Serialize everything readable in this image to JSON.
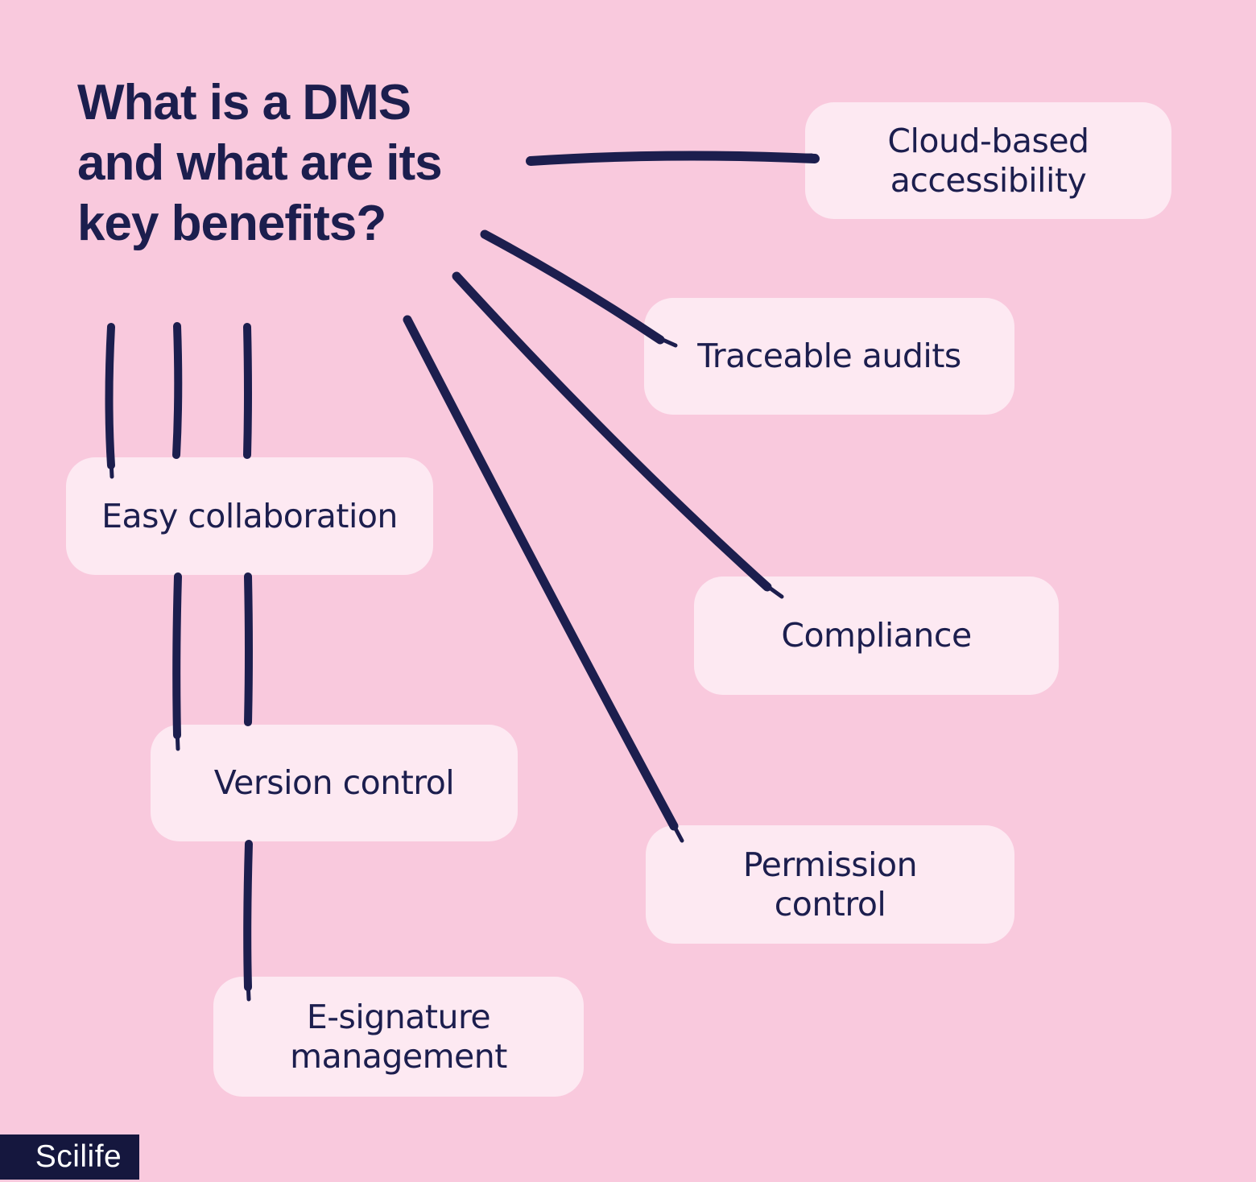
{
  "title": {
    "text": "What is a DMS and what are its key benefits?",
    "lines": [
      "What is a DMS",
      "and what are its",
      "key benefits?"
    ]
  },
  "benefits": [
    {
      "label": "Cloud-based accessibility"
    },
    {
      "label": "Traceable audits"
    },
    {
      "label": "Easy collaboration"
    },
    {
      "label": "Compliance"
    },
    {
      "label": "Version control"
    },
    {
      "label": "Permission control"
    },
    {
      "label": "E-signature management"
    }
  ],
  "logo": {
    "text": "Scilife"
  },
  "colors": {
    "background": "#f9c9dd",
    "card": "#fde9f2",
    "ink": "#1c1e4e",
    "logo_bg": "#15173e",
    "logo_text": "#ffffff"
  }
}
